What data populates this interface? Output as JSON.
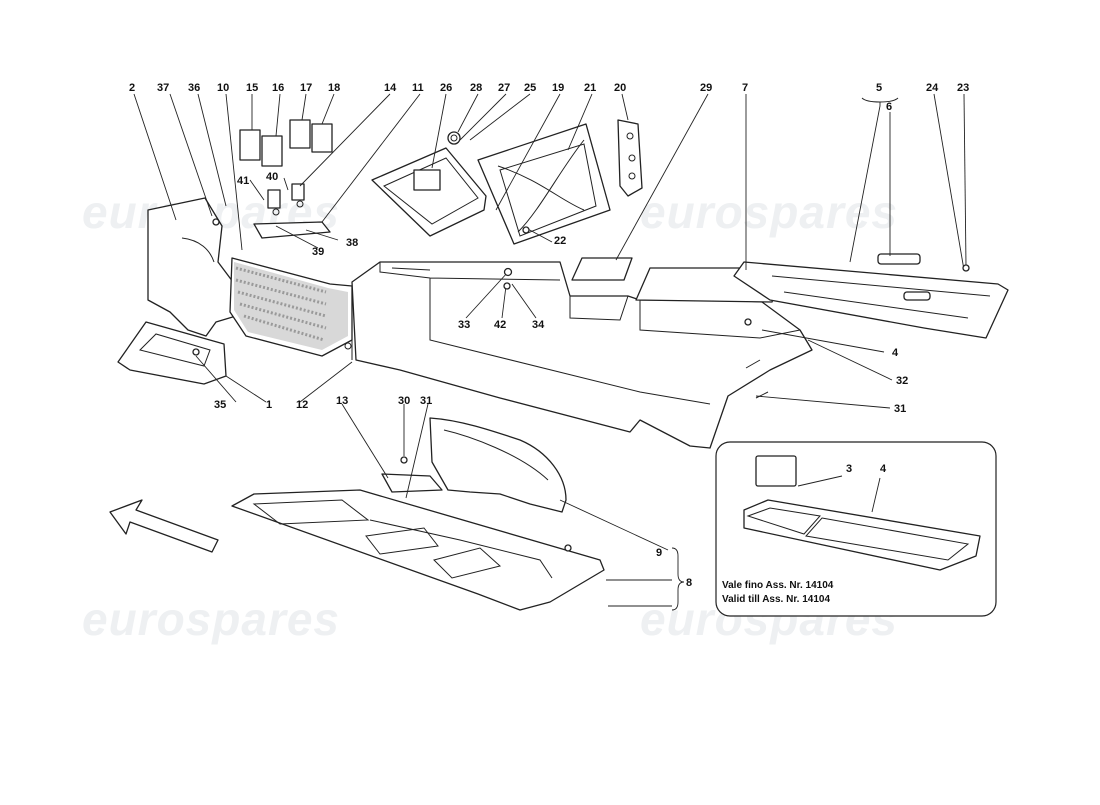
{
  "watermark": "eurospares",
  "callouts": {
    "c2": "2",
    "c37": "37",
    "c36": "36",
    "c10": "10",
    "c15": "15",
    "c16": "16",
    "c17": "17",
    "c18": "18",
    "c14": "14",
    "c11": "11",
    "c26": "26",
    "c28": "28",
    "c27": "27",
    "c25": "25",
    "c19": "19",
    "c21": "21",
    "c20": "20",
    "c29": "29",
    "c7": "7",
    "c5": "5",
    "c6": "6",
    "c24": "24",
    "c23": "23",
    "c41": "41",
    "c40": "40",
    "c39": "39",
    "c38": "38",
    "c22": "22",
    "c33": "33",
    "c42": "42",
    "c34": "34",
    "c4": "4",
    "c32": "32",
    "c31": "31",
    "c35": "35",
    "c1": "1",
    "c12": "12",
    "c13": "13",
    "c30": "30",
    "c31b": "31",
    "c9": "9",
    "c8": "8",
    "c3": "3",
    "c4b": "4"
  },
  "inset_note": {
    "line1": "Vale fino Ass. Nr. 14104",
    "line2": "Valid till Ass. Nr. 14104"
  },
  "icons": {
    "direction": "arrow-icon"
  }
}
